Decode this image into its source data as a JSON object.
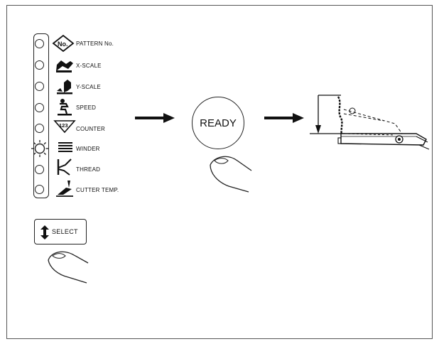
{
  "panel": {
    "items": [
      {
        "label": "PATTERN No.",
        "icon": "pattern-number-icon",
        "lit": false
      },
      {
        "label": "X-SCALE",
        "icon": "x-scale-icon",
        "lit": false
      },
      {
        "label": "Y-SCALE",
        "icon": "y-scale-icon",
        "lit": false
      },
      {
        "label": "SPEED",
        "icon": "speed-icon",
        "lit": false
      },
      {
        "label": "COUNTER",
        "icon": "counter-icon",
        "lit": false
      },
      {
        "label": "WINDER",
        "icon": "winder-icon",
        "lit": true
      },
      {
        "label": "THREAD",
        "icon": "thread-icon",
        "lit": false
      },
      {
        "label": "CUTTER TEMP.",
        "icon": "cutter-temp-icon",
        "lit": false
      }
    ],
    "pattern_badge": "No.",
    "counter_badge": "123"
  },
  "buttons": {
    "select_label": "SELECT",
    "ready_label": "READY"
  },
  "colors": {
    "ink": "#111111",
    "frame": "#555555",
    "background": "#ffffff"
  }
}
